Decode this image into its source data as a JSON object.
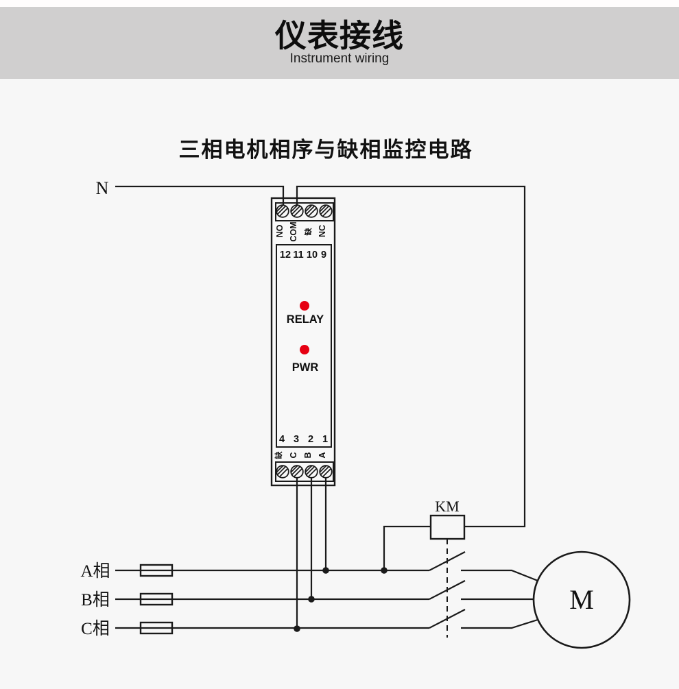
{
  "header": {
    "title": "仪表接线",
    "subtitle": "Instrument wiring"
  },
  "diagram": {
    "title": "三相电机相序与缺相监控电路",
    "neutral_label": "N",
    "phase_labels": [
      "A相",
      "B相",
      "C相"
    ],
    "contactor_label": "KM",
    "motor_label": "M",
    "device": {
      "top_terminal_labels": [
        "NO",
        "COM",
        "缺",
        "NC"
      ],
      "top_terminal_numbers": [
        "12",
        "11",
        "10",
        "9"
      ],
      "bottom_terminal_numbers": [
        "4",
        "3",
        "2",
        "1"
      ],
      "bottom_terminal_labels": [
        "缺",
        "C",
        "B",
        "A"
      ],
      "relay_led_label": "RELAY",
      "power_led_label": "PWR",
      "led_color": "#e60012"
    }
  }
}
